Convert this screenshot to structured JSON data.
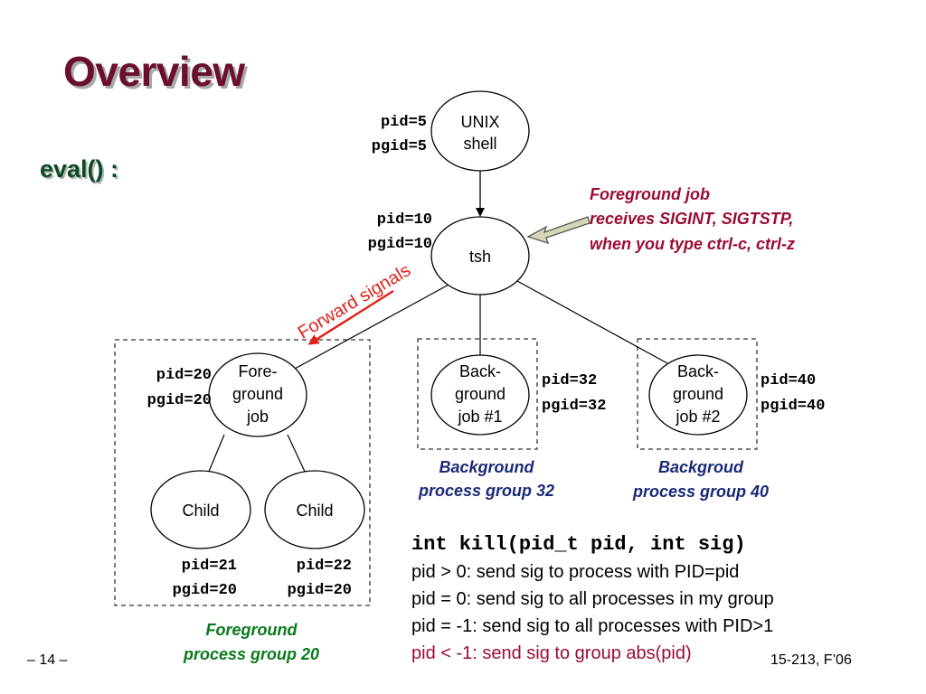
{
  "title": "Overview",
  "subtitle": "eval() :",
  "nodes": {
    "shell": {
      "lines": [
        "UNIX",
        "shell"
      ],
      "pid": "pid=5",
      "pgid": "pgid=5"
    },
    "tsh": {
      "lines": [
        "tsh"
      ],
      "pid": "pid=10",
      "pgid": "pgid=10"
    },
    "fg": {
      "lines": [
        "Fore-",
        "ground",
        "job"
      ],
      "pid": "pid=20",
      "pgid": "pgid=20"
    },
    "bg1": {
      "lines": [
        "Back-",
        "ground",
        "job #1"
      ],
      "pid": "pid=32",
      "pgid": "pgid=32"
    },
    "bg2": {
      "lines": [
        "Back-",
        "ground",
        "job #2"
      ],
      "pid": "pid=40",
      "pgid": "pgid=40"
    },
    "child1": {
      "lines": [
        "Child"
      ],
      "pid": "pid=21",
      "pgid": "pgid=20"
    },
    "child2": {
      "lines": [
        "Child"
      ],
      "pid": "pid=22",
      "pgid": "pgid=20"
    }
  },
  "annotations": {
    "fg_signals": [
      "Foreground job",
      "receives SIGINT, SIGTSTP,",
      "when you type ctrl-c, ctrl-z"
    ],
    "forward": "Forward signals",
    "bg_group_32": [
      "Background",
      "process group 32"
    ],
    "bg_group_40": [
      "Backgroud",
      "process group 40"
    ],
    "fg_group_20": [
      "Foreground",
      "process group 20"
    ]
  },
  "api": {
    "signature": "int kill(pid_t pid, int sig)",
    "lines": [
      "pid > 0: send sig to process with PID=pid",
      "pid = 0: send sig to all processes in my group",
      "pid = -1: send sig to all processes with PID>1",
      "pid < -1: send sig to group abs(pid)"
    ]
  },
  "footer": {
    "page": "– 14 –",
    "course": "15-213, F’06"
  },
  "colors": {
    "title": "#6b0f2e",
    "subtitle": "#0b4a24",
    "fg_note": "#9b0d34",
    "forward": "#e0231c",
    "bg_caption": "#1a2a78",
    "fg_caption": "#0a7a1a"
  }
}
